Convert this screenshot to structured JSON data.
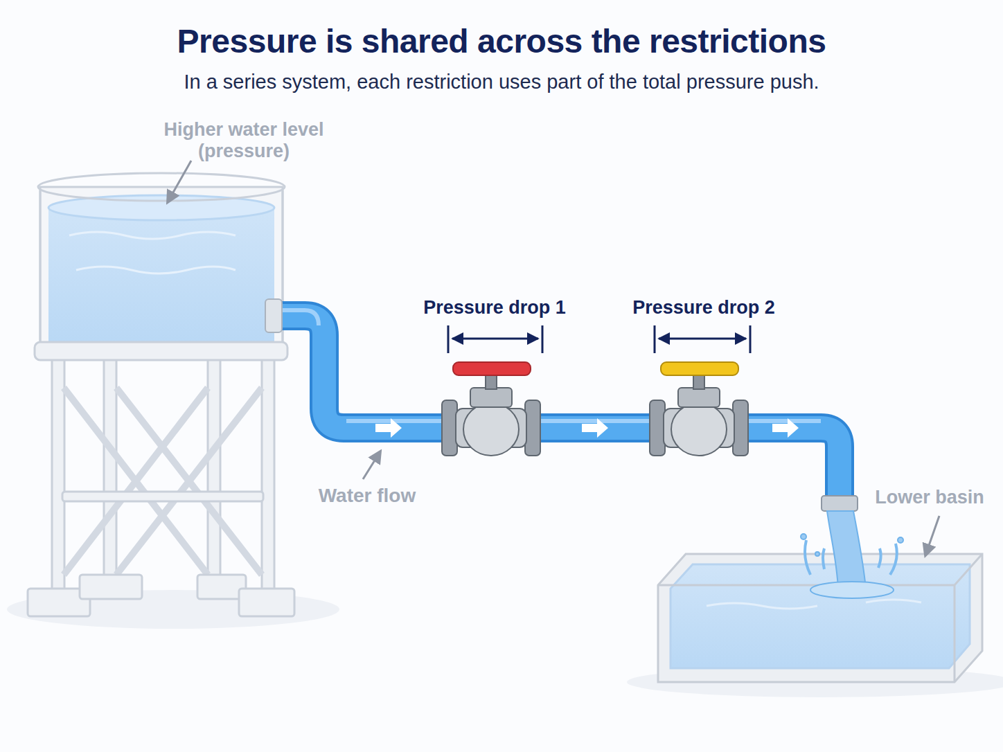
{
  "diagram": {
    "title": "Pressure is shared across the restrictions",
    "caption": "In a series system, each restriction uses part of the total pressure push.",
    "labels": [
      "Higher water level (pressure)",
      "Pressure drop 1",
      "Pressure drop 2",
      "Water flow",
      "Lower basin"
    ]
  }
}
